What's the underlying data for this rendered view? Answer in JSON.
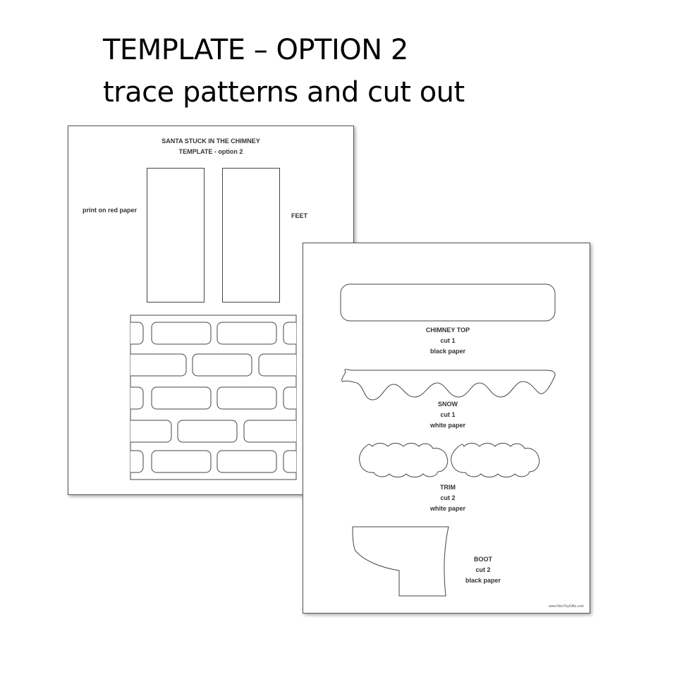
{
  "heading": {
    "line1": "TEMPLATE – OPTION 2",
    "line2": "trace patterns and cut out"
  },
  "sheet1": {
    "title": "SANTA STUCK IN THE CHIMNEY",
    "subtitle": "TEMPLATE - option 2",
    "side_note": "print on red paper",
    "feet_label": "FEET"
  },
  "sheet2": {
    "chimney_top": {
      "name": "CHIMNEY TOP",
      "count": "cut 1",
      "paper": "black paper"
    },
    "snow": {
      "name": "SNOW",
      "count": "cut 1",
      "paper": "white paper"
    },
    "trim": {
      "name": "TRIM",
      "count": "cut 2",
      "paper": "white paper"
    },
    "boot": {
      "name": "BOOT",
      "count": "cut 2",
      "paper": "black paper"
    },
    "footer": "www.NonToyGifts.com"
  }
}
